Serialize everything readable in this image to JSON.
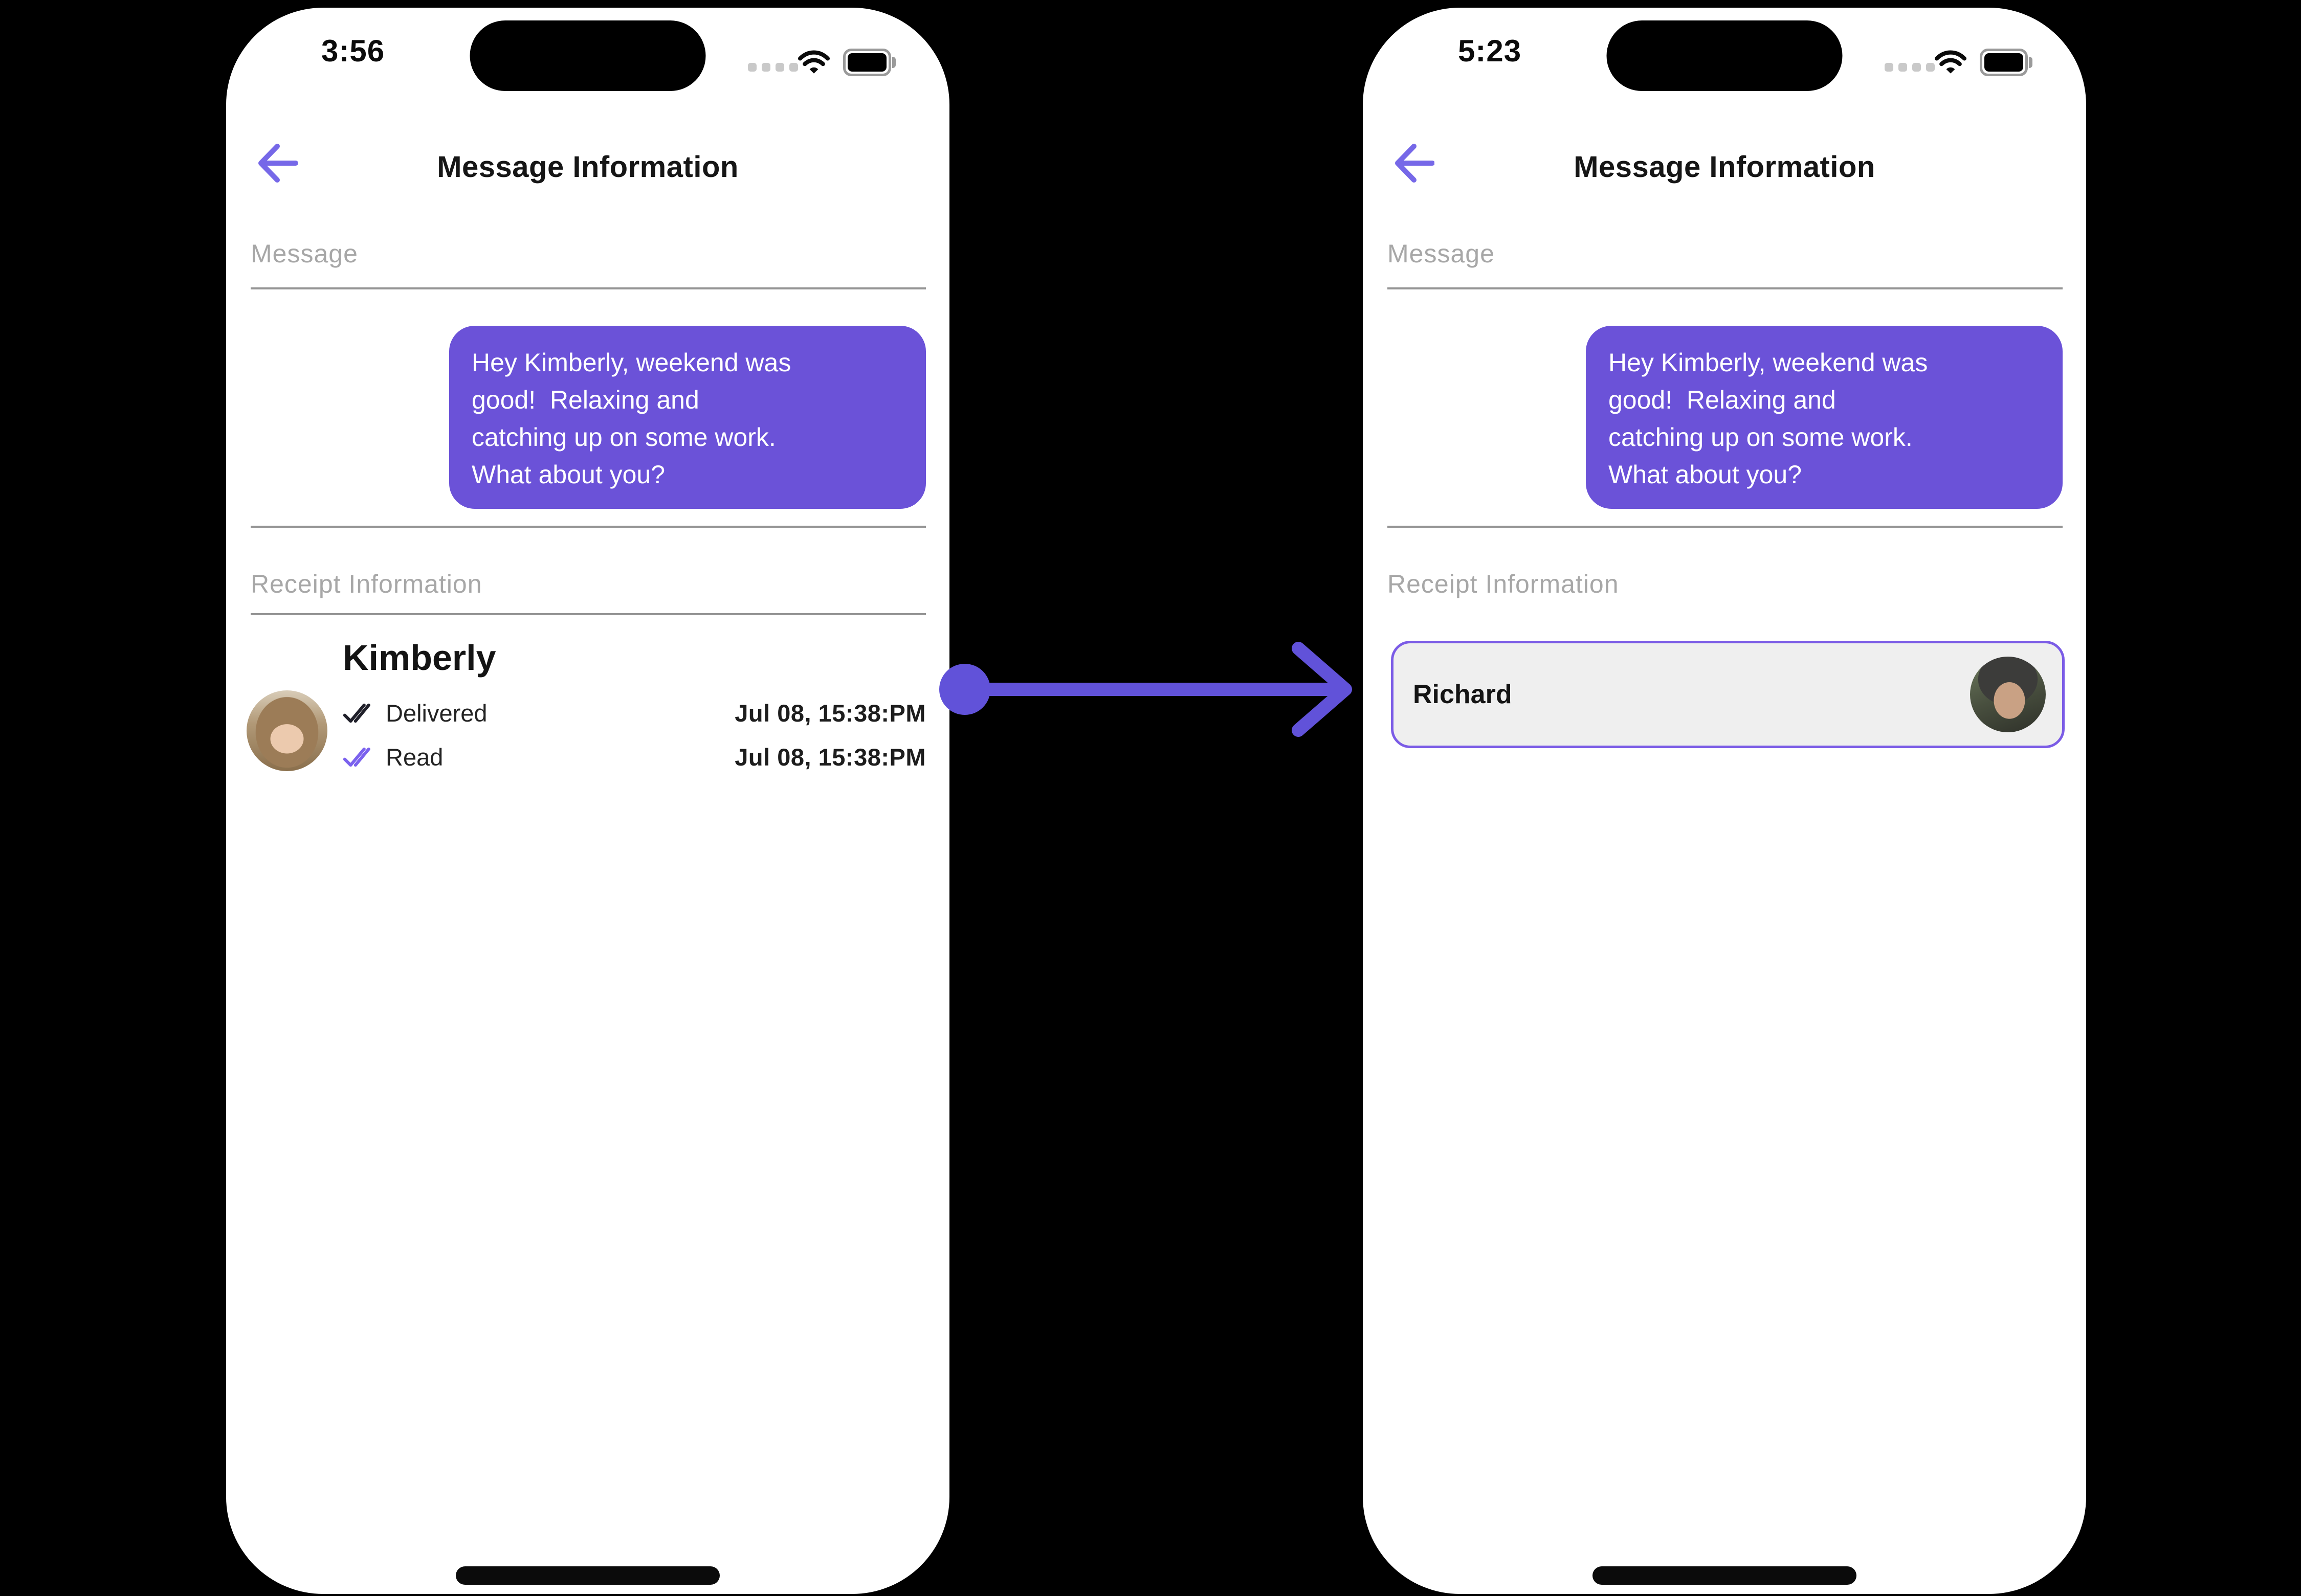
{
  "colors": {
    "accent_purple": "#6b52d8",
    "arrow_purple": "#6152d9",
    "back_arrow_purple": "#7668e8",
    "read_check_purple": "#7b62ee",
    "delivered_check_dark": "#20202a",
    "card_border_purple": "#7b5ce6",
    "card_background": "#efefef",
    "section_label_gray": "#a7a7a7",
    "divider_gray": "#949494"
  },
  "phones": {
    "left": {
      "status": {
        "time": "3:56"
      },
      "header": {
        "title": "Message Information"
      },
      "sections": {
        "message": "Message",
        "receipt": "Receipt Information"
      },
      "message": {
        "bubble_text": "Hey Kimberly, weekend was\ngood!  Relaxing and\ncatching up on some work.\nWhat about you?"
      },
      "receipt": {
        "name": "Kimberly",
        "rows": [
          {
            "label": "Delivered",
            "timestamp": "Jul 08, 15:38:PM"
          },
          {
            "label": "Read",
            "timestamp": "Jul 08, 15:38:PM"
          }
        ]
      }
    },
    "right": {
      "status": {
        "time": "5:23"
      },
      "header": {
        "title": "Message Information"
      },
      "sections": {
        "message": "Message",
        "receipt": "Receipt Information"
      },
      "message": {
        "bubble_text": "Hey Kimberly, weekend was\ngood!  Relaxing and\ncatching up on some work.\nWhat about you?"
      },
      "receipt_card": {
        "name": "Richard"
      }
    }
  }
}
